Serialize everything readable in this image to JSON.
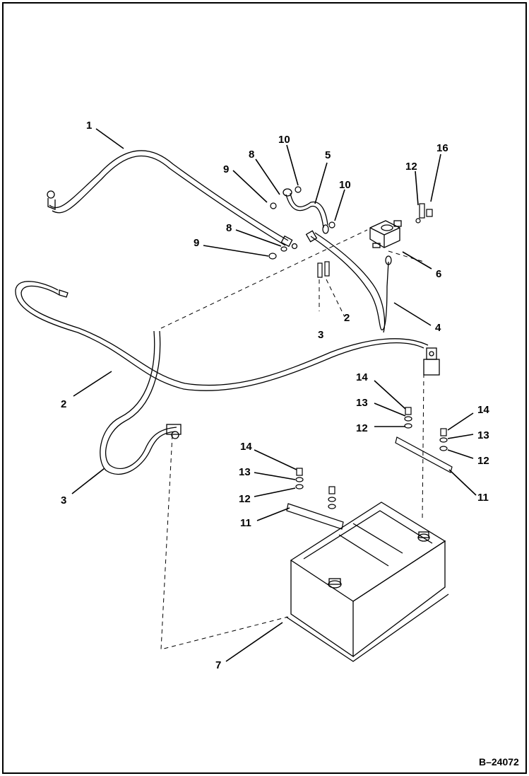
{
  "drawing_number": "B–24072",
  "callouts": [
    {
      "id": "c1",
      "text": "1"
    },
    {
      "id": "c2a",
      "text": "2"
    },
    {
      "id": "c2b",
      "text": "2"
    },
    {
      "id": "c3",
      "text": "3"
    },
    {
      "id": "c3b",
      "text": "3"
    },
    {
      "id": "c4",
      "text": "4"
    },
    {
      "id": "c5",
      "text": "5"
    },
    {
      "id": "c6",
      "text": "6"
    },
    {
      "id": "c7",
      "text": "7"
    },
    {
      "id": "c8a",
      "text": "8"
    },
    {
      "id": "c8b",
      "text": "8"
    },
    {
      "id": "c9a",
      "text": "9"
    },
    {
      "id": "c9b",
      "text": "9"
    },
    {
      "id": "c10a",
      "text": "10"
    },
    {
      "id": "c10b",
      "text": "10"
    },
    {
      "id": "c11a",
      "text": "11"
    },
    {
      "id": "c11b",
      "text": "11"
    },
    {
      "id": "c12a",
      "text": "12"
    },
    {
      "id": "c12b",
      "text": "12"
    },
    {
      "id": "c12c",
      "text": "12"
    },
    {
      "id": "c12d",
      "text": "12"
    },
    {
      "id": "c13a",
      "text": "13"
    },
    {
      "id": "c13b",
      "text": "13"
    },
    {
      "id": "c13c",
      "text": "13"
    },
    {
      "id": "c14a",
      "text": "14"
    },
    {
      "id": "c14b",
      "text": "14"
    },
    {
      "id": "c14c",
      "text": "14"
    },
    {
      "id": "c16",
      "text": "16"
    }
  ]
}
